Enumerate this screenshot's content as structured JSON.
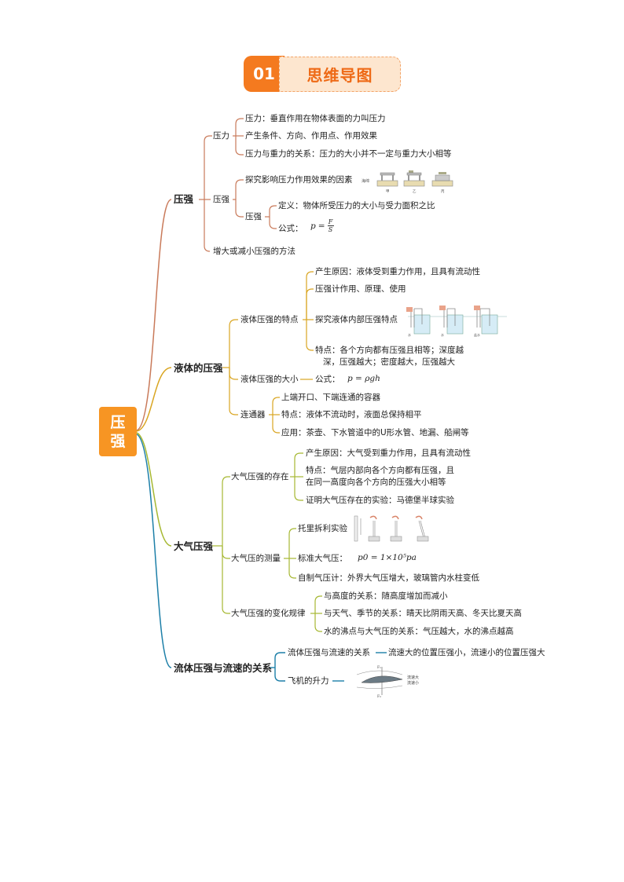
{
  "header": {
    "number": "01",
    "title": "思维导图"
  },
  "root": {
    "line1": "压",
    "line2": "强"
  },
  "colors": {
    "orange": "#f47a1f",
    "branch1": "#c97a5a",
    "branch2": "#d9a521",
    "branch3": "#a6b832",
    "branch4": "#1d7fa8"
  },
  "b1": {
    "label": "压强",
    "yali": {
      "label": "压力",
      "items": [
        "压力：垂直作用在物体表面的力叫压力",
        "产生条件、方向、作用点、作用效果",
        "压力与重力的关系：压力的大小并不一定与重力大小相等"
      ]
    },
    "yaqiang": {
      "label": "压强",
      "explore": "探究影响压力作用效果的因素",
      "explore_labels": [
        "海绵",
        "甲",
        "乙",
        "丙"
      ],
      "sub": {
        "label": "压强",
        "def": "定义：物体所受压力的大小与受力面积之比",
        "formula_label": "公式：",
        "formula_p": "p",
        "formula_eq": "=",
        "formula_num": "F",
        "formula_den": "S"
      }
    },
    "method": "增大或减小压强的方法"
  },
  "b2": {
    "label": "液体的压强",
    "features": {
      "label": "液体压强的特点",
      "items": [
        "产生原因：液体受到重力作用，且具有流动性",
        "压强计作用、原理、使用",
        "探究液体内部压强特点"
      ],
      "last1": "特点：各个方向都有压强且相等；深度越",
      "last2": "深，压强越大；密度越大，压强越大",
      "pic_labels": [
        "水",
        "水",
        "盐水"
      ]
    },
    "size": {
      "label": "液体压强的大小",
      "formula_label": "公式：",
      "formula": "p = ρgh"
    },
    "connector": {
      "label": "连通器",
      "items": [
        "上端开口、下端连通的容器",
        "特点：液体不流动时，液面总保持相平",
        "应用：茶壶、下水管道中的U形水管、地漏、船闸等"
      ]
    }
  },
  "b3": {
    "label": "大气压强",
    "exist": {
      "label": "大气压强的存在",
      "item1": "产生原因：大气受到重力作用，且具有流动性",
      "item2a": "特点：气层内部向各个方向都有压强，且",
      "item2b": "在同一高度向各个方向的压强大小相等",
      "item3": "证明大气压存在的实验：马德堡半球实验"
    },
    "measure": {
      "label": "大气压的测量",
      "item1": "托里拆利实验",
      "item2": "标准大气压：",
      "item2_formula": "p0 = 1×10⁵pa",
      "item3": "自制气压计：外界大气压增大，玻璃管内水柱变低"
    },
    "change": {
      "label": "大气压强的变化规律",
      "items": [
        "与高度的关系：随高度增加而减小",
        "与天气、季节的关系：晴天比阴雨天高、冬天比夏天高",
        "水的沸点与大气压的关系：气压越大，水的沸点越高"
      ]
    }
  },
  "b4": {
    "label": "流体压强与流速的关系",
    "rel": {
      "label": "流体压强与流速的关系",
      "value": "流速大的位置压强小，流速小的位置压强大"
    },
    "lift": {
      "label": "飞机的升力",
      "pic_labels": [
        "F₁",
        "F₂",
        "流速大",
        "流速小"
      ]
    }
  }
}
